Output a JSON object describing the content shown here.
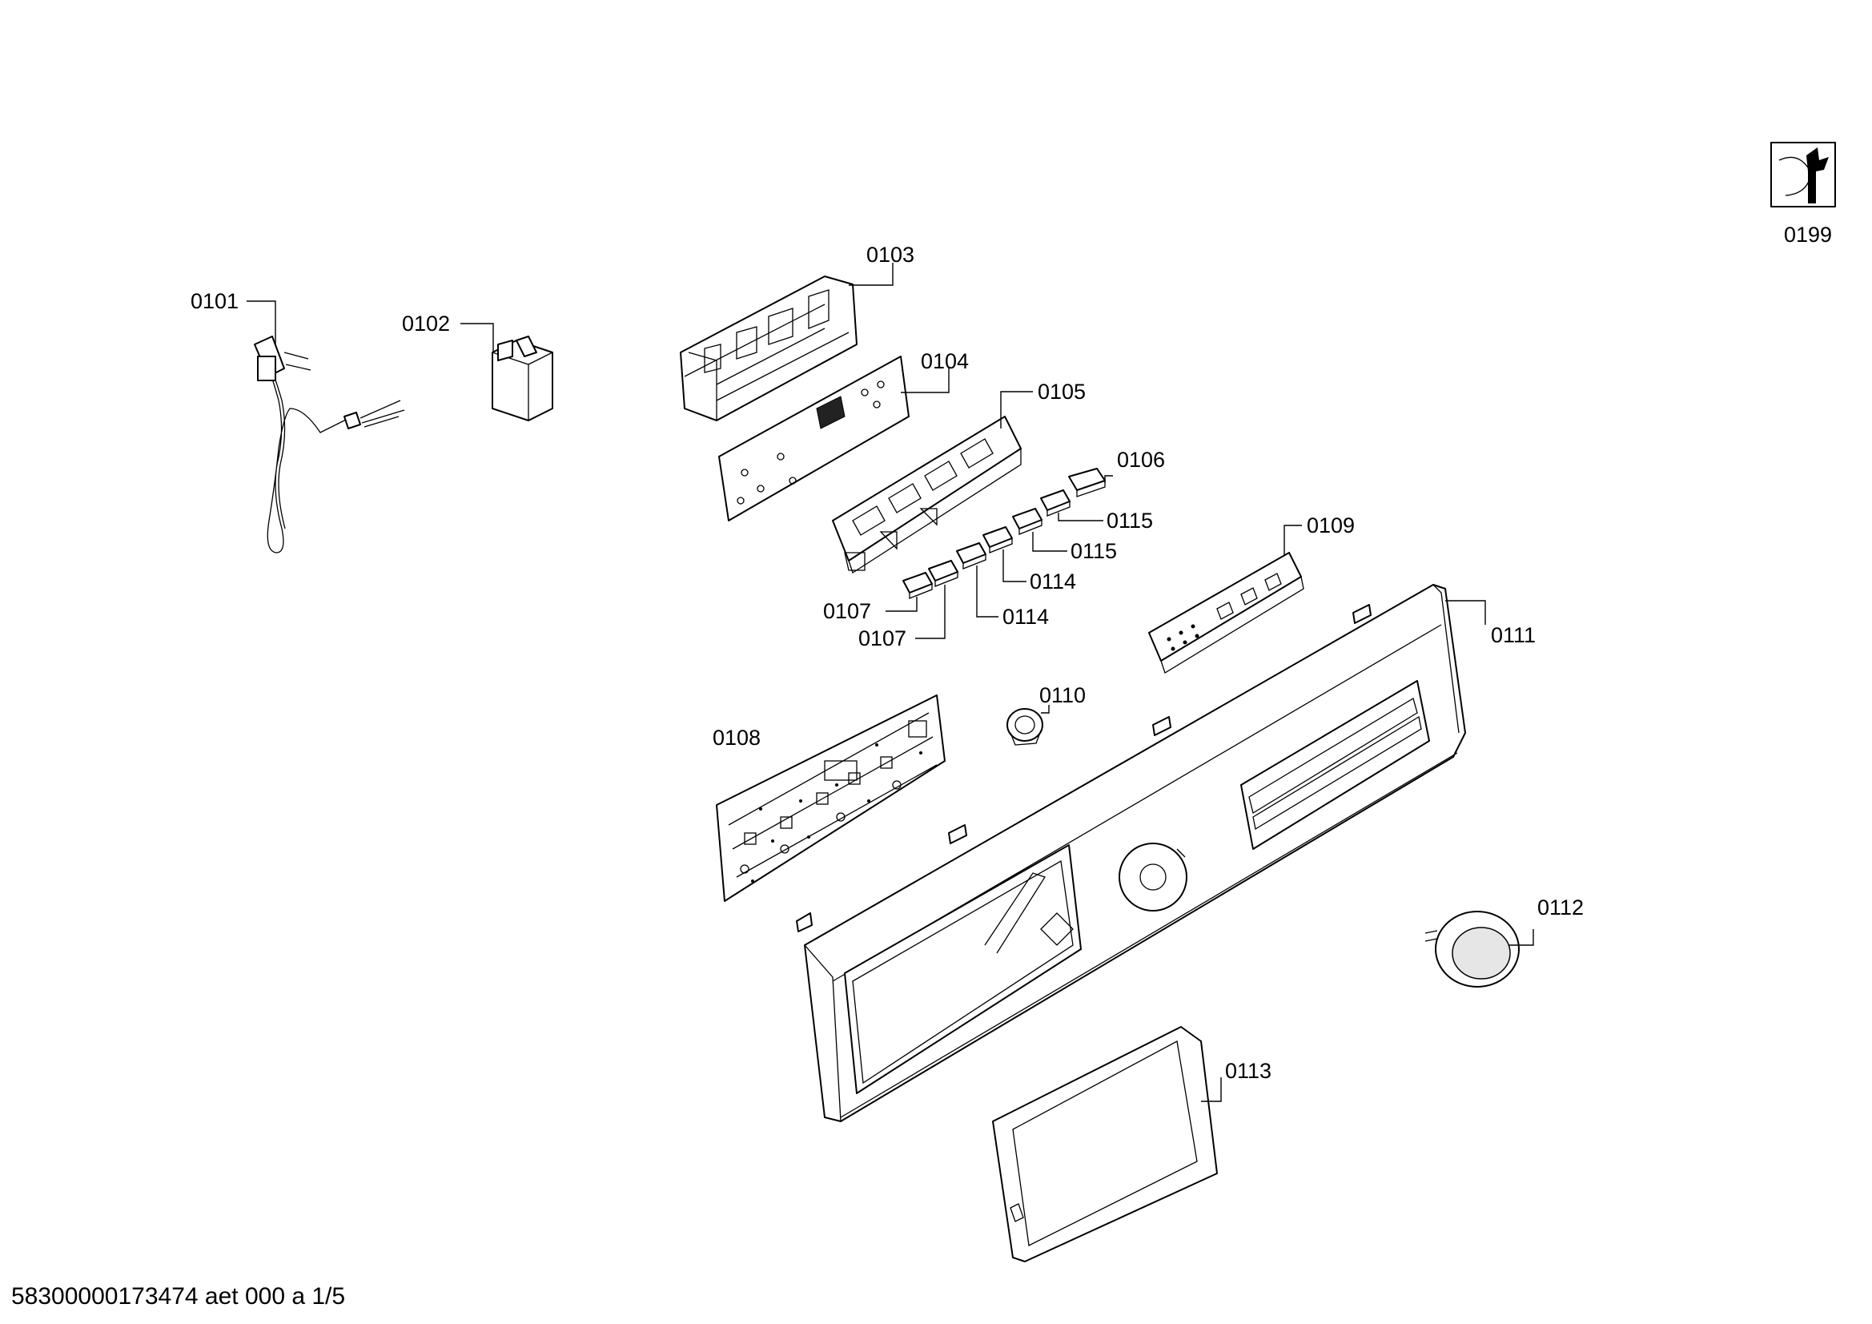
{
  "labels": {
    "l0101": "0101",
    "l0102": "0102",
    "l0103": "0103",
    "l0104": "0104",
    "l0105": "0105",
    "l0106": "0106",
    "l0107a": "0107",
    "l0107b": "0107",
    "l0108": "0108",
    "l0109": "0109",
    "l0110": "0110",
    "l0111": "0111",
    "l0112": "0112",
    "l0113": "0113",
    "l0114a": "0114",
    "l0114b": "0114",
    "l0115a": "0115",
    "l0115b": "0115",
    "l0199": "0199"
  },
  "footer": "58300000173474 aet 000 a 1/5",
  "icons": {
    "service": "wrench-service-icon"
  }
}
